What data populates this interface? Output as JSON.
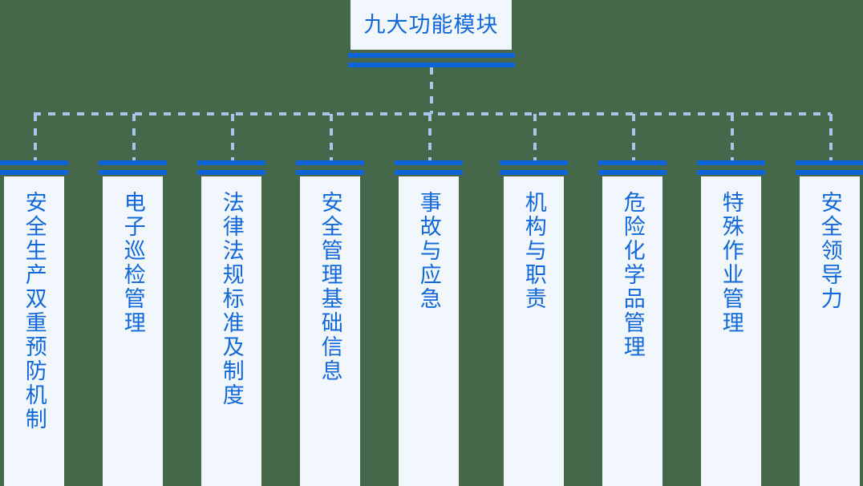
{
  "diagram": {
    "root": {
      "label": "九大功能模块"
    },
    "colors": {
      "background": "#46684a",
      "card_fill": "#f2f7fd",
      "bar_blue": "#0f63d9",
      "text_blue": "#1268d8",
      "connector_blue": "#a8c6ea"
    },
    "modules": [
      {
        "label": "安全生产双重预防机制"
      },
      {
        "label": "电子巡检管理"
      },
      {
        "label": "法律法规标准及制度"
      },
      {
        "label": "安全管理基础信息"
      },
      {
        "label": "事故与应急"
      },
      {
        "label": "机构与职责"
      },
      {
        "label": "危险化学品管理"
      },
      {
        "label": "特殊作业管理"
      },
      {
        "label": "安全领导力"
      }
    ]
  }
}
